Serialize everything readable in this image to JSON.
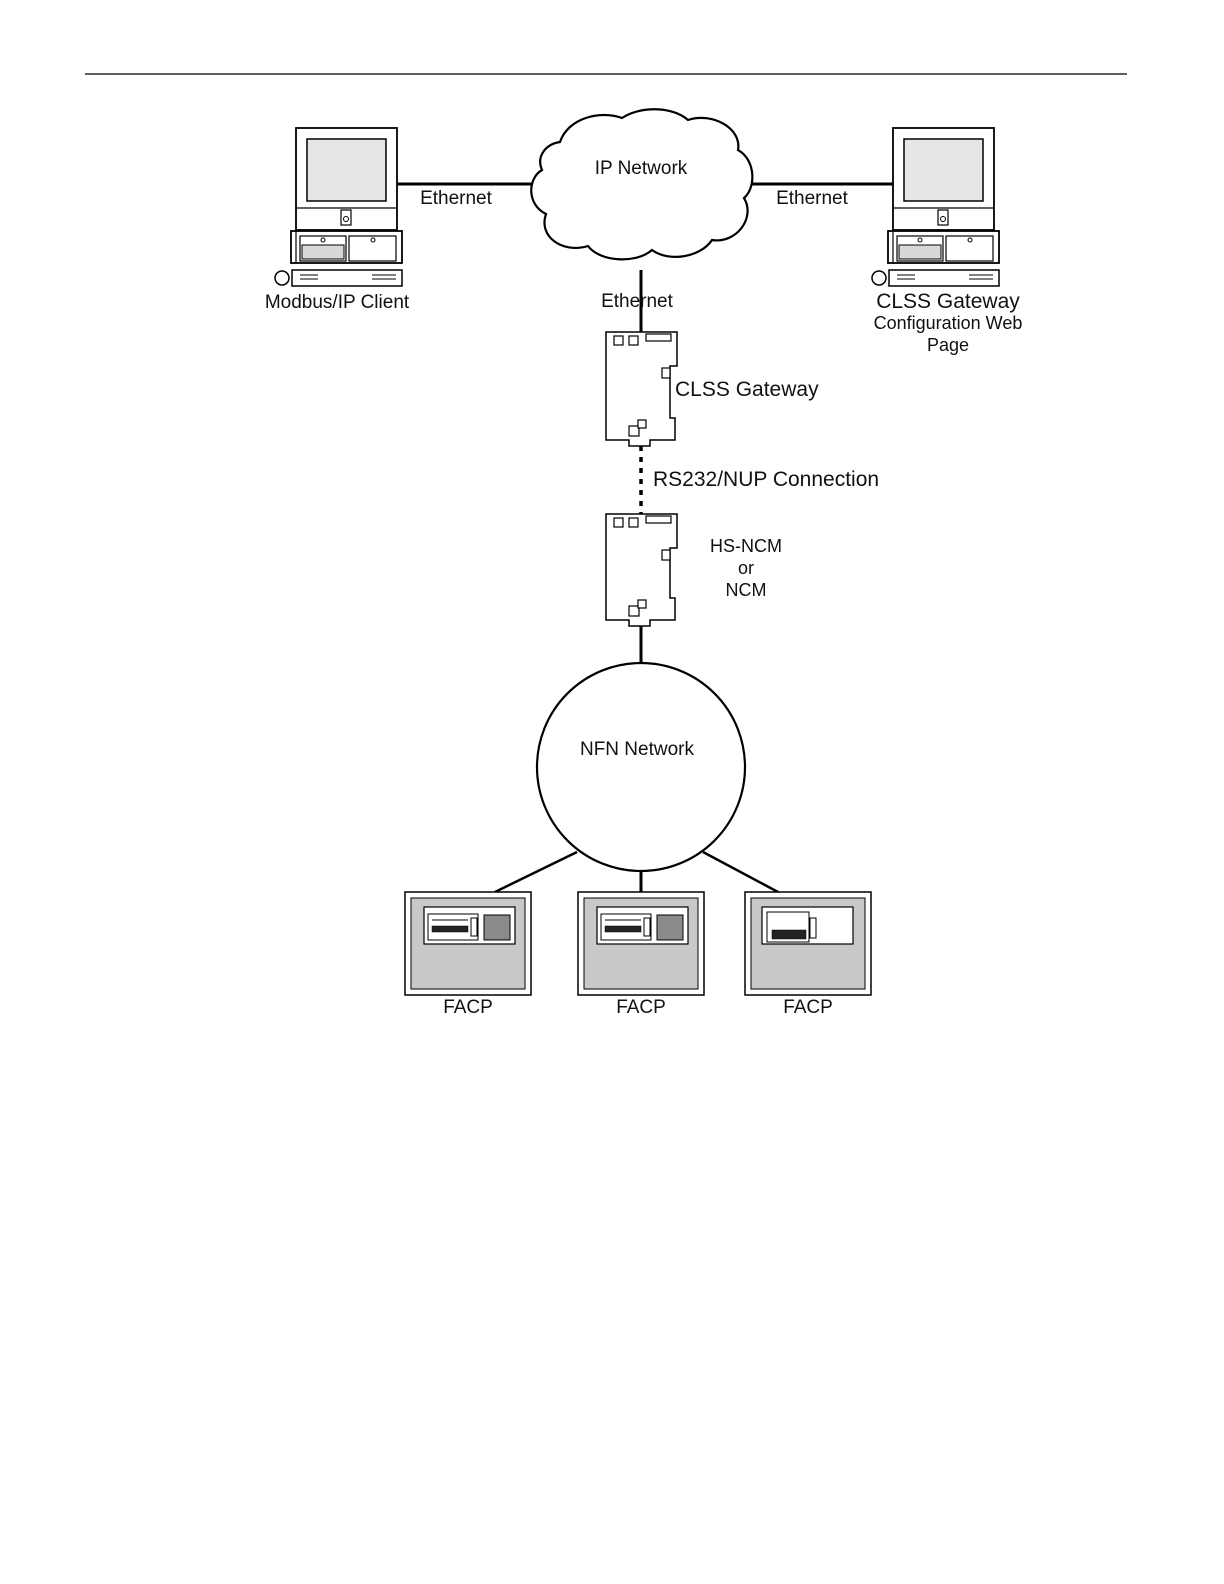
{
  "diagram": {
    "nodes": {
      "ip_network": "IP Network",
      "modbus_client": "Modbus/IP Client",
      "config_page": [
        "CLSS Gateway",
        "Configuration Web",
        "Page"
      ],
      "clss_gateway": "CLSS Gateway",
      "hs_ncm": [
        "HS-NCM",
        "or",
        "NCM"
      ],
      "nfn_network": "NFN Network",
      "facp": [
        "FACP",
        "FACP",
        "FACP"
      ]
    },
    "links": {
      "ethernet_left": "Ethernet",
      "ethernet_right": "Ethernet",
      "ethernet_down": "Ethernet",
      "rs232": "RS232/NUP Connection"
    }
  }
}
